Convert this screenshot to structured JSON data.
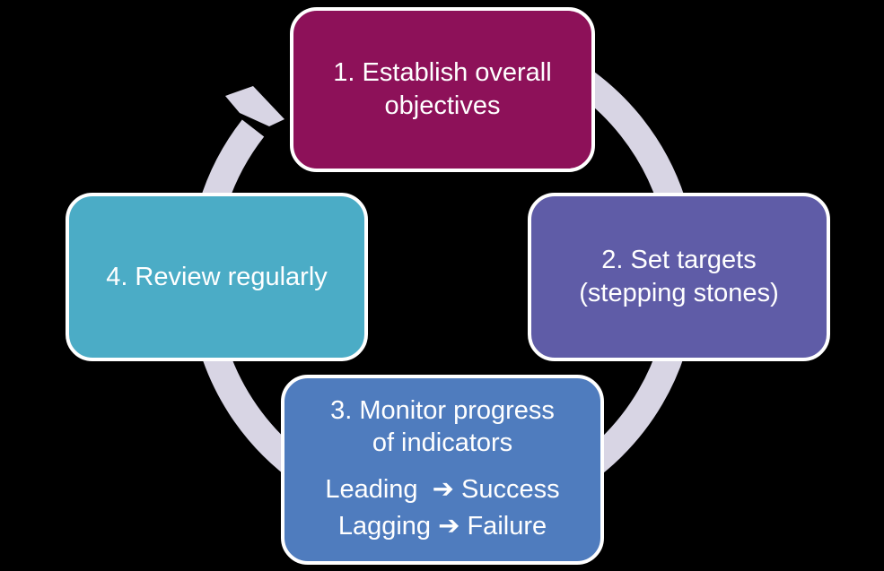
{
  "canvas": {
    "background_color": "#000000",
    "box_border_color": "#FFFFFF",
    "text_color": "#FFFFFF"
  },
  "diagram": {
    "title": "continuous-improvement-cycle",
    "ring": {
      "color": "#D8D5E4",
      "direction": "clockwise"
    },
    "steps": [
      {
        "key": "establish-objectives",
        "color": "#8D1159",
        "lines": [
          "1. Establish overall",
          "objectives"
        ]
      },
      {
        "key": "set-targets",
        "color": "#5F5CA7",
        "lines": [
          "2. Set targets",
          "(stepping stones)"
        ]
      },
      {
        "key": "monitor-progress",
        "color": "#4F7CBE",
        "lines": [
          "3. Monitor progress",
          "of indicators"
        ],
        "sub_lines": [
          "Leading  ➔ Success",
          "Lagging ➔ Failure"
        ]
      },
      {
        "key": "review-regularly",
        "color": "#4BACC6",
        "lines": [
          "4. Review regularly"
        ]
      }
    ]
  }
}
